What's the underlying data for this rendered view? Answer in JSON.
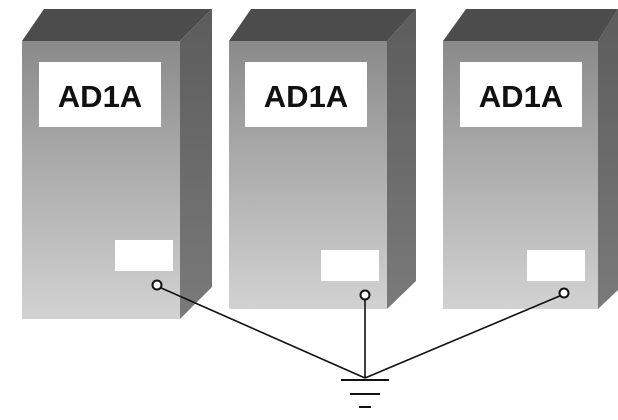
{
  "cabinets": [
    {
      "label": "AD1A"
    },
    {
      "label": "AD1A"
    },
    {
      "label": "AD1A"
    }
  ],
  "colors": {
    "front_top": "#8a8a8a",
    "front_bottom": "#cfcfcf",
    "top_face": "#4e4e4e",
    "side_face": "#6a6a6a",
    "label_bg": "#ffffff",
    "wire": "#111111",
    "ground_symbol": "#111111"
  },
  "icons": {
    "ground": "ground-icon",
    "terminal": "terminal-connector-icon"
  }
}
